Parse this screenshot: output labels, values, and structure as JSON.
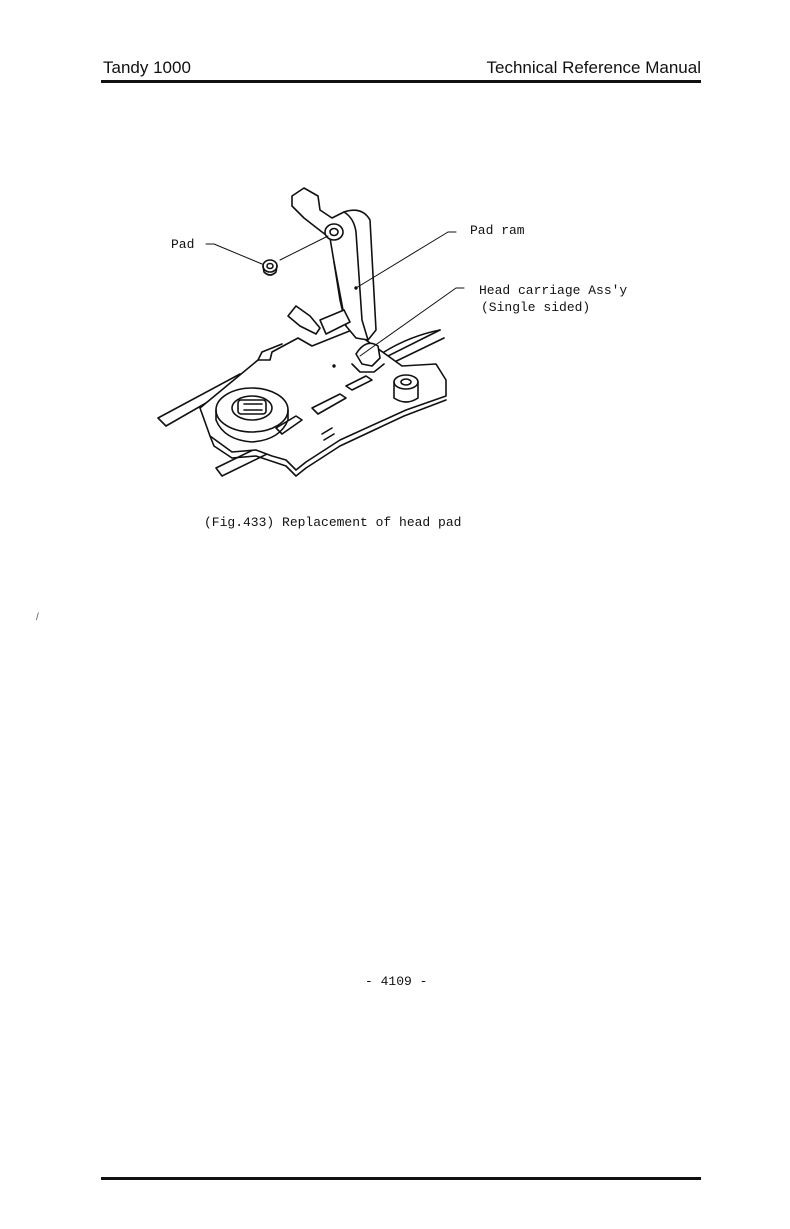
{
  "header": {
    "left": "Tandy 1000",
    "right": "Technical Reference Manual"
  },
  "figure": {
    "labels": {
      "pad": "Pad",
      "pad_ram": "Pad ram",
      "head_carriage_line1": "Head carriage Ass'y",
      "head_carriage_line2": "(Single sided)"
    },
    "caption": "(Fig.433) Replacement of head pad"
  },
  "stray_mark": "/",
  "footer": {
    "page_number": "- 4109 -"
  }
}
